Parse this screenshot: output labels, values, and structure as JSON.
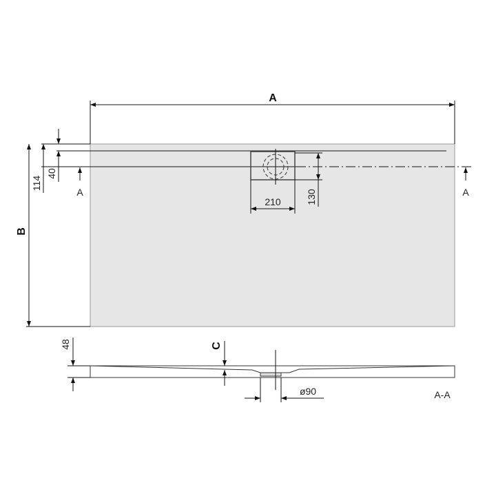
{
  "labels": {
    "width": "A",
    "length": "B",
    "depth": "C",
    "section_mark": "A",
    "section_title": "A-A"
  },
  "dimensions": {
    "drain_width": "210",
    "drain_length": "130",
    "drain_offset": "114",
    "channel_offset": "40",
    "height": "48",
    "outlet_diameter": "ø90"
  },
  "colors": {
    "plate_fill": "#e6e6e6",
    "line": "#111111"
  }
}
